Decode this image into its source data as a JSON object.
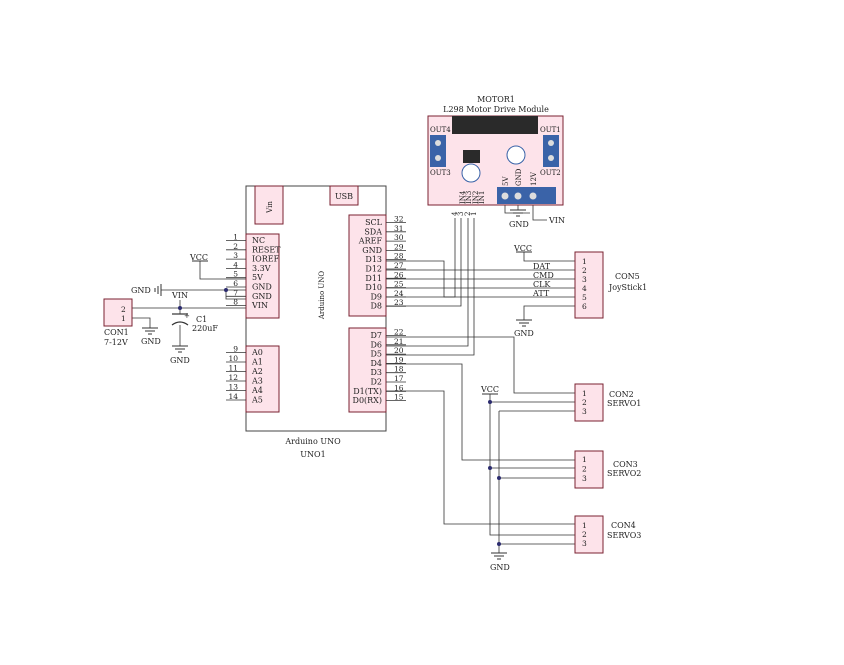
{
  "arduino": {
    "name": "Arduino UNO",
    "ref": "UNO1",
    "center_label": "Arduino UNO",
    "vin_label": "Vin",
    "usb_label": "USB",
    "power_pins": [
      {
        "num": "1",
        "label": "NC"
      },
      {
        "num": "2",
        "label": "RESET"
      },
      {
        "num": "3",
        "label": "IOREF"
      },
      {
        "num": "4",
        "label": "3.3V"
      },
      {
        "num": "5",
        "label": "5V"
      },
      {
        "num": "6",
        "label": "GND"
      },
      {
        "num": "7",
        "label": "GND"
      },
      {
        "num": "8",
        "label": "VIN"
      }
    ],
    "analog_pins": [
      {
        "num": "9",
        "label": "A0"
      },
      {
        "num": "10",
        "label": "A1"
      },
      {
        "num": "11",
        "label": "A2"
      },
      {
        "num": "12",
        "label": "A3"
      },
      {
        "num": "13",
        "label": "A4"
      },
      {
        "num": "14",
        "label": "A5"
      }
    ],
    "top_right_pins": [
      {
        "num": "32",
        "label": "SCL"
      },
      {
        "num": "31",
        "label": "SDA"
      },
      {
        "num": "30",
        "label": "AREF"
      },
      {
        "num": "29",
        "label": "GND"
      },
      {
        "num": "28",
        "label": "D13"
      },
      {
        "num": "27",
        "label": "D12"
      },
      {
        "num": "26",
        "label": "D11"
      },
      {
        "num": "25",
        "label": "D10"
      },
      {
        "num": "24",
        "label": "D9"
      },
      {
        "num": "23",
        "label": "D8"
      }
    ],
    "bottom_right_pins": [
      {
        "num": "22",
        "label": "D7"
      },
      {
        "num": "21",
        "label": "D6"
      },
      {
        "num": "20",
        "label": "D5"
      },
      {
        "num": "19",
        "label": "D4"
      },
      {
        "num": "18",
        "label": "D3"
      },
      {
        "num": "17",
        "label": "D2"
      },
      {
        "num": "16",
        "label": "D1(TX)"
      },
      {
        "num": "15",
        "label": "D0(RX)"
      }
    ]
  },
  "motor": {
    "ref": "MOTOR1",
    "name": "L298 Motor Drive Module",
    "out4": "OUT4",
    "out1": "OUT1",
    "out3": "OUT3",
    "out2": "OUT2",
    "in_pins": [
      "IN4",
      "IN3",
      "IN2",
      "IN1"
    ],
    "in_nums": [
      "4",
      "3",
      "2",
      "1"
    ],
    "power_pins": [
      "5V",
      "GND",
      "12V"
    ]
  },
  "joystick": {
    "ref": "CON5",
    "name": "JoyStick1",
    "pins": [
      "1",
      "2",
      "3",
      "4",
      "5",
      "6"
    ],
    "signals": [
      "DAT",
      "CMD",
      "CLK",
      "ATT"
    ]
  },
  "servo1": {
    "ref": "CON2",
    "name": "SERVO1",
    "pins": [
      "1",
      "2",
      "3"
    ]
  },
  "servo2": {
    "ref": "CON3",
    "name": "SERVO2",
    "pins": [
      "1",
      "2",
      "3"
    ]
  },
  "servo3": {
    "ref": "CON4",
    "name": "SERVO3",
    "pins": [
      "1",
      "2",
      "3"
    ]
  },
  "con1": {
    "ref": "CON1",
    "name": "7-12V",
    "pins": [
      "2",
      "1"
    ]
  },
  "cap": {
    "ref": "C1",
    "value": "220uF",
    "plus": "+"
  },
  "nets": {
    "vcc": "VCC",
    "gnd": "GND",
    "vin": "VIN"
  }
}
